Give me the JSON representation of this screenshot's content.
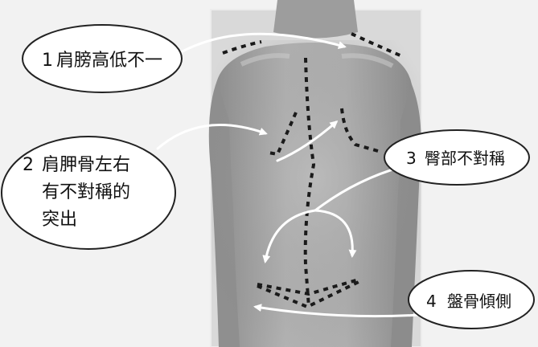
{
  "callouts": [
    {
      "num": "1",
      "lines": [
        "肩膀高低不一"
      ]
    },
    {
      "num": "2",
      "lines": [
        "肩胛骨左右",
        "有不對稱的",
        "突出"
      ]
    },
    {
      "num": "3",
      "lines": [
        "臀部不對稱"
      ]
    },
    {
      "num": "4",
      "lines": [
        "盤骨傾側"
      ]
    }
  ],
  "colors": {
    "background": "#f2f2f2",
    "skin": "#a9a9a9",
    "markings": "#1a1a1a",
    "callout_fill": "#ffffff",
    "arrows": "#ffffff"
  }
}
